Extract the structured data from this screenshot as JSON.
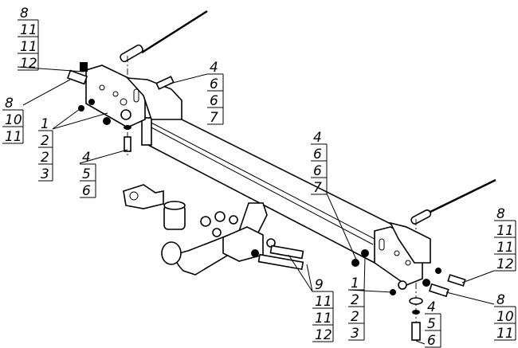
{
  "drawing": {
    "title": "Tow bar assembly exploded view",
    "callouts": [
      {
        "id": "top-left-bolt",
        "items": [
          "8",
          "11",
          "11",
          "12"
        ]
      },
      {
        "id": "left-bolt",
        "items": [
          "8",
          "10",
          "11"
        ]
      },
      {
        "id": "left-nuts",
        "items": [
          "1",
          "2",
          "2",
          "3"
        ]
      },
      {
        "id": "left-bottom-bolt",
        "items": [
          "4",
          "5",
          "6"
        ]
      },
      {
        "id": "top-middle-bolt",
        "items": [
          "4",
          "6",
          "6",
          "7"
        ]
      },
      {
        "id": "middle-bolt",
        "items": [
          "4",
          "6",
          "6",
          "7"
        ]
      },
      {
        "id": "right-top-bolt",
        "items": [
          "8",
          "11",
          "11",
          "12"
        ]
      },
      {
        "id": "right-bolt",
        "items": [
          "8",
          "10",
          "11"
        ]
      },
      {
        "id": "right-nuts",
        "items": [
          "1",
          "2",
          "2",
          "3"
        ]
      },
      {
        "id": "right-bottom-bolt",
        "items": [
          "4",
          "5",
          "6"
        ]
      },
      {
        "id": "ball-mount-bolts",
        "items": [
          "9",
          "11",
          "11",
          "12"
        ]
      }
    ]
  }
}
